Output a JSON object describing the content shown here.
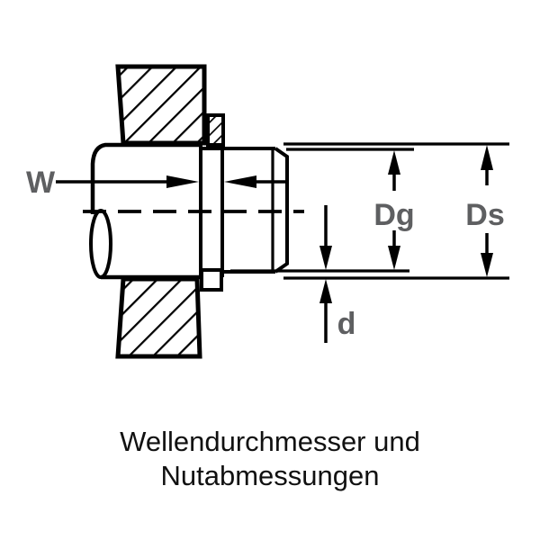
{
  "diagram": {
    "caption": {
      "line1": "Wellendurchmesser und",
      "line2": "Nutabmessungen"
    },
    "dimension_labels": {
      "groove_width": "W",
      "groove_diameter": "Dg",
      "shaft_diameter": "Ds",
      "groove_depth": "d"
    },
    "colors": {
      "line": "#000000",
      "dimension_label": "#5e5f61",
      "caption_text": "#111111",
      "background": "#ffffff"
    }
  }
}
